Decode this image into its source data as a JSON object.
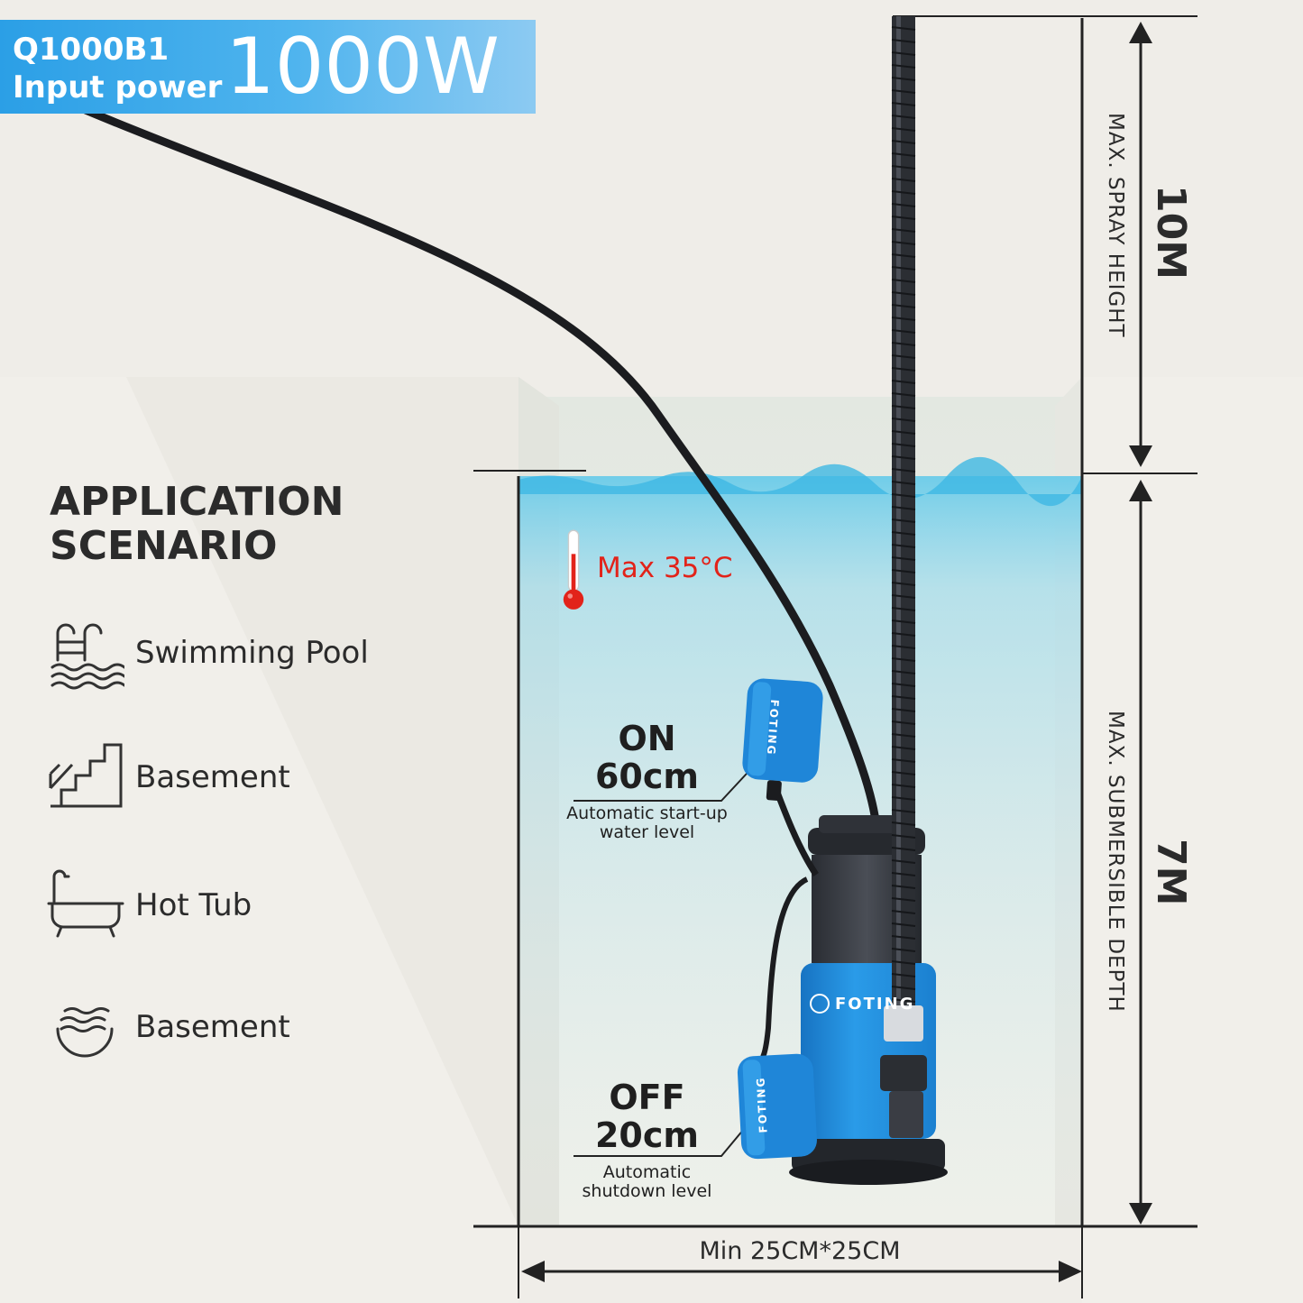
{
  "header": {
    "model": "Q1000B1",
    "power_label": "Input power",
    "power_value": "1000W"
  },
  "application": {
    "title": "APPLICATION SCENARIO",
    "items": [
      {
        "icon": "swimming-pool-icon",
        "label": "Swimming Pool"
      },
      {
        "icon": "stairs-icon",
        "label": "Basement"
      },
      {
        "icon": "bathtub-icon",
        "label": "Hot Tub"
      },
      {
        "icon": "water-waves-icon",
        "label": "Basement"
      }
    ]
  },
  "temperature": {
    "icon": "thermometer-icon",
    "label": "Max 35°C",
    "color": "#e2231a"
  },
  "levels": {
    "on": {
      "state": "ON",
      "height": "60cm",
      "desc_line1": "Automatic start-up",
      "desc_line2": "water level"
    },
    "off": {
      "state": "OFF",
      "height": "20cm",
      "desc_line1": "Automatic",
      "desc_line2": "shutdown level"
    }
  },
  "pump": {
    "brand": "FOTING",
    "body_color": "#1e8ee0"
  },
  "dimensions": {
    "spray": {
      "label": "MAX. SPRAY HEIGHT",
      "value": "10M"
    },
    "depth": {
      "label": "MAX. SUBMERSIBLE DEPTH",
      "value": "7M"
    },
    "min_size": "Min 25CM*25CM"
  },
  "colors": {
    "accent": "#2b9fe6",
    "water": "#56c6ea",
    "text": "#2b2b2b"
  }
}
